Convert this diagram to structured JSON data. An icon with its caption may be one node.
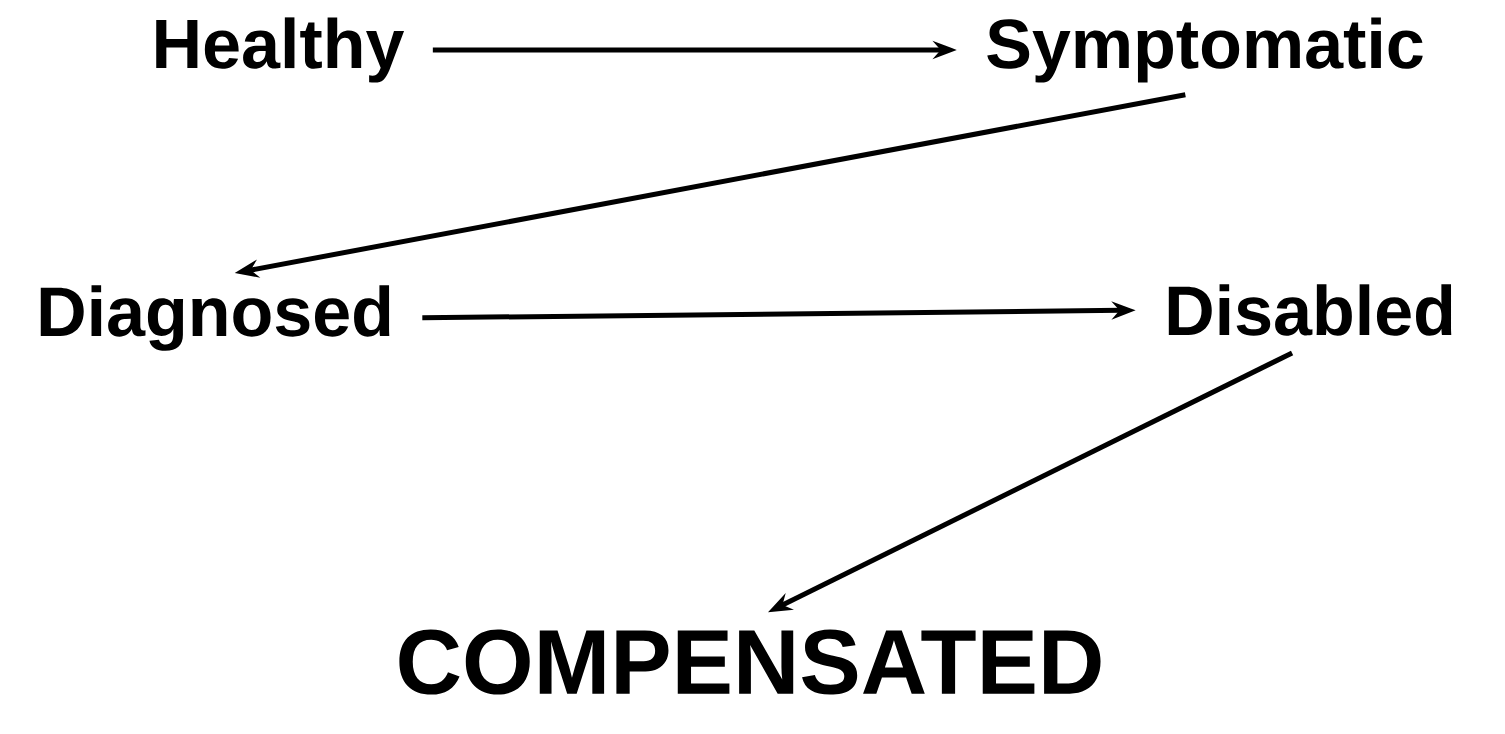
{
  "diagram": {
    "nodes": [
      {
        "text": [
          "Healthy"
        ]
      },
      {
        "text": [
          "Symptomatic"
        ]
      },
      {
        "text": [
          "Diagnosed"
        ]
      },
      {
        "text": [
          "Disabled"
        ]
      },
      {
        "text": [
          "COMPENSATED"
        ]
      }
    ],
    "edges": [
      {
        "from": 0,
        "to": 1,
        "arrow": "to"
      },
      {
        "from": 1,
        "to": 2,
        "arrow": "to"
      },
      {
        "from": 2,
        "to": 3,
        "arrow": "to"
      },
      {
        "from": 3,
        "to": 4,
        "arrow": "to"
      }
    ]
  }
}
